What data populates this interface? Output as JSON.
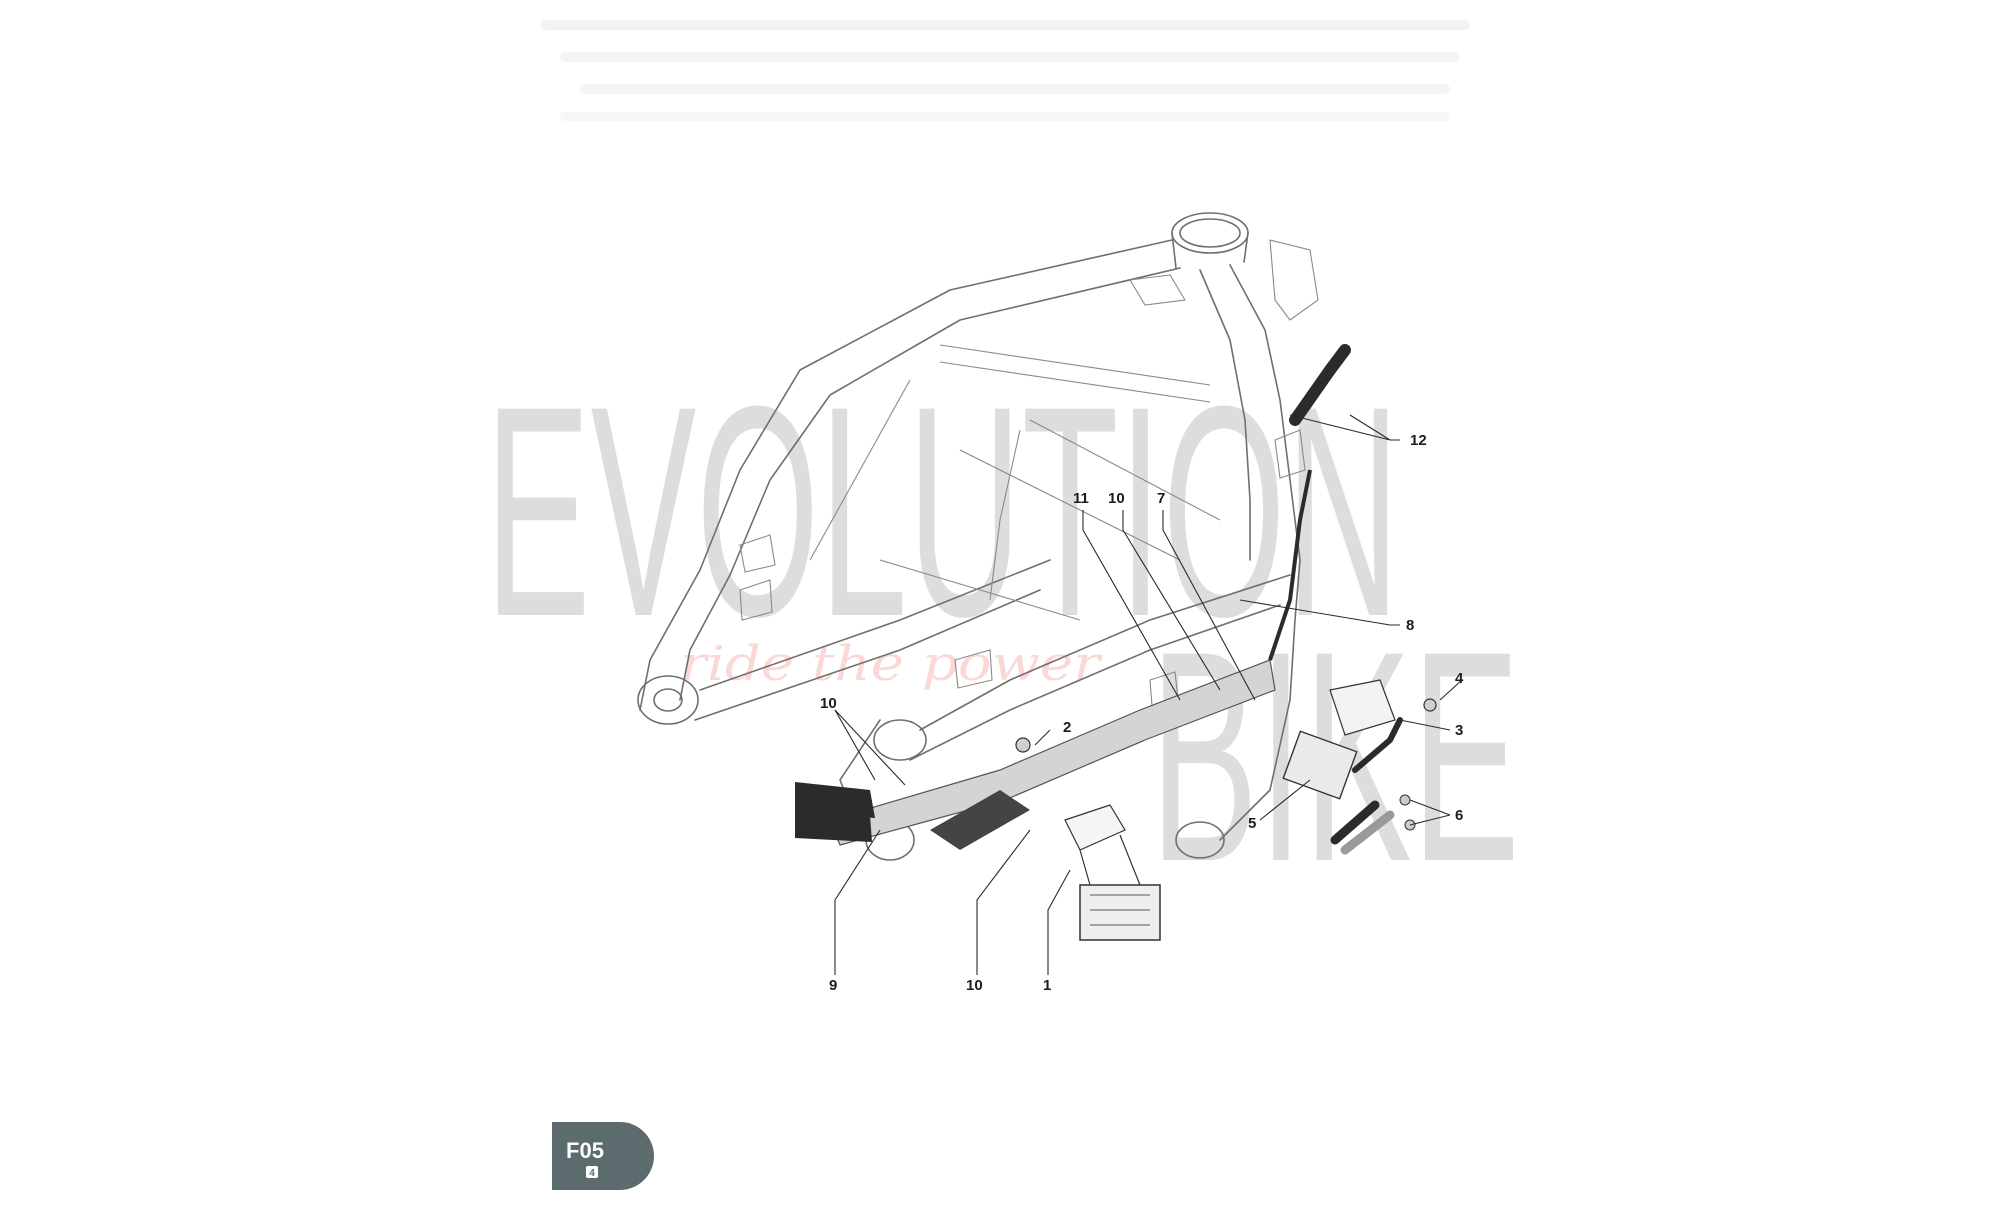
{
  "watermark": {
    "brand_first": "EVOLUTION",
    "brand_second": "BIKE",
    "slogan": "ride the power"
  },
  "callouts": [
    "12",
    "11",
    "10",
    "7",
    "8",
    "4",
    "3",
    "2",
    "10",
    "5",
    "6",
    "9",
    "10",
    "1"
  ],
  "badge": {
    "code": "F05",
    "sub": "4"
  },
  "colors": {
    "badge_bg": "#5b6b6e",
    "line": "#6f6f6f",
    "harness": "#2b2b2b",
    "sleeve": "#d4d4d4"
  }
}
